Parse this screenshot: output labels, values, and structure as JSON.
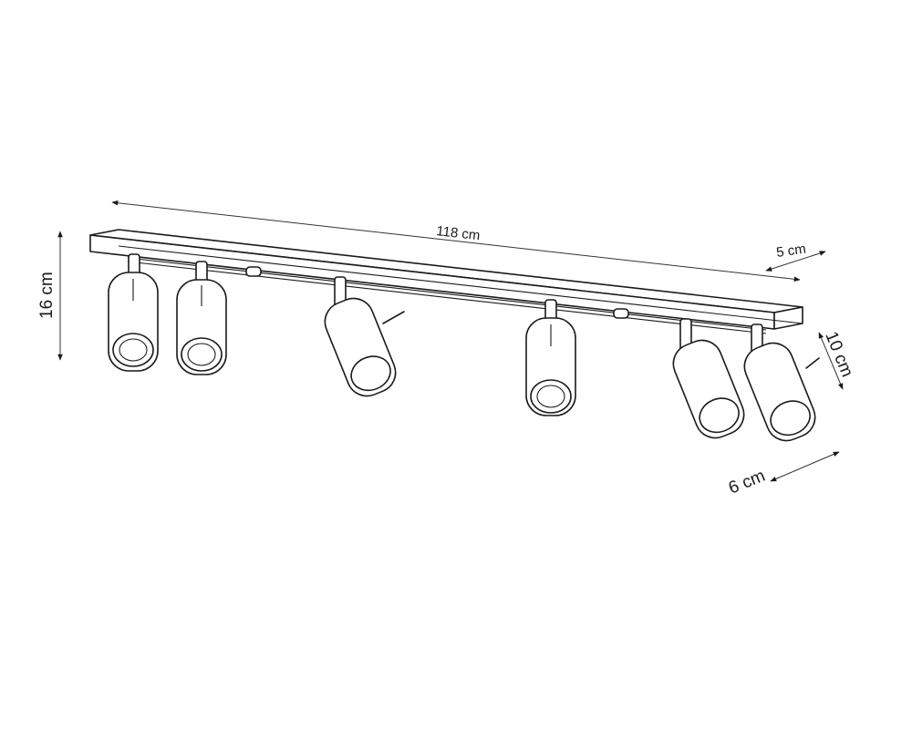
{
  "dimensions": {
    "length": "118 cm",
    "width": "5 cm",
    "height": "16 cm",
    "spot_length": "10 cm",
    "spot_diameter": "6 cm"
  }
}
